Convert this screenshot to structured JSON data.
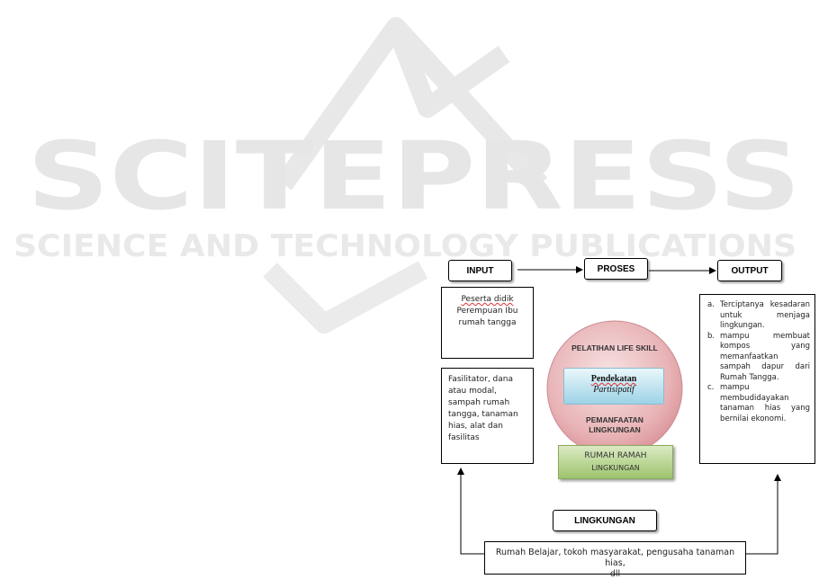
{
  "watermark": {
    "line1": "SCITEPRESS",
    "line2": "SCIENCE AND TECHNOLOGY PUBLICATIONS"
  },
  "flow": {
    "input_label": "INPUT",
    "proses_label": "PROSES",
    "output_label": "OUTPUT",
    "lingkungan_label": "LINGKUNGAN"
  },
  "input": {
    "box1": [
      "Peserta didik",
      "Perempuan Ibu",
      "rumah tangga"
    ],
    "box2": [
      "Fasilitator, dana",
      "atau modal,",
      "sampah rumah",
      "tangga, tanaman",
      "hias, alat dan",
      "fasilitas"
    ]
  },
  "proses": {
    "top_text": "PELATIHAN LIFE SKILL",
    "approach_title": "Pendekatan",
    "approach_sub": "Partisipatif",
    "bottom_text_1": "PEMANFAATAN",
    "bottom_text_2": "LINGKUNGAN",
    "base_line1": "RUMAH RAMAH",
    "base_line2": "LINGKUNGAN"
  },
  "output": {
    "items": [
      {
        "marker": "a.",
        "text": "Terciptanya kesadaran untuk menjaga lingkungan."
      },
      {
        "marker": "b.",
        "text": "mampu membuat kompos yang memanfaatkan sampah dapur dari Rumah Tangga."
      },
      {
        "marker": "c.",
        "text": "mampu membudidayakan tanaman hias yang bernilai ekonomi."
      }
    ]
  },
  "environment": {
    "line1": "Rumah Belajar, tokoh masyarakat, pengusaha tanaman hias,",
    "line2": "dll"
  },
  "colors": {
    "circle_fill": "#e8b3b6",
    "approach_fill": "#bfe4f0",
    "base_fill": "#b9d68f",
    "watermark": "#e6e6e6"
  }
}
